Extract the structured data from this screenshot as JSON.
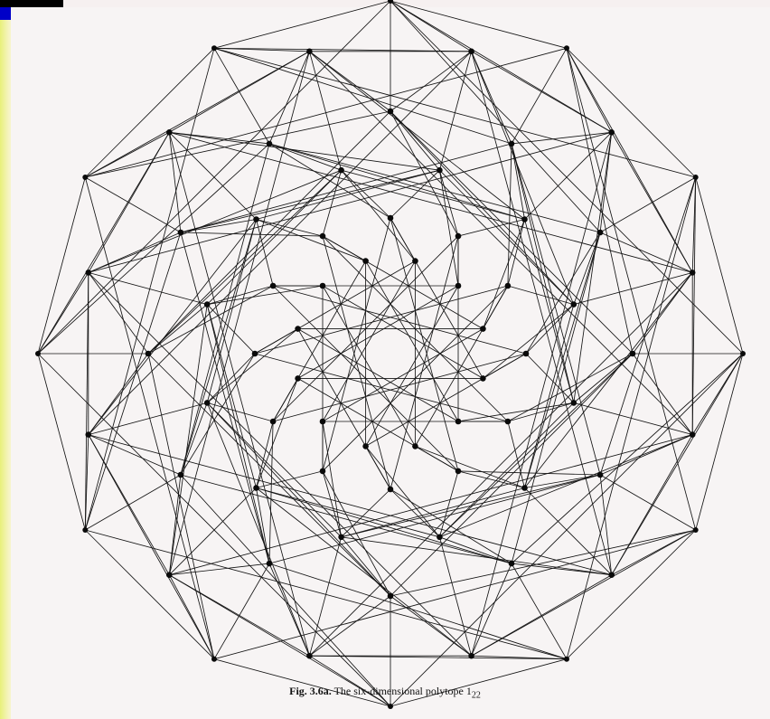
{
  "figure": {
    "caption_label": "Fig. 3.6a.",
    "caption_text": "The six-dimensional polytope 1",
    "caption_subscript": "22"
  },
  "diagram": {
    "type": "petrie-polygon-projection",
    "vertex_rings": [
      {
        "name": "outer",
        "count": 12,
        "phase_deg": 0
      },
      {
        "name": "second",
        "count": 12,
        "phase_deg": 15
      },
      {
        "name": "third",
        "count": 12,
        "phase_deg": 0
      },
      {
        "name": "fourth",
        "count": 12,
        "phase_deg": 15
      },
      {
        "name": "fifth",
        "count": 12,
        "phase_deg": 0
      },
      {
        "name": "inner",
        "count": 12,
        "phase_deg": 15
      }
    ],
    "edge_steps": [
      [
        0,
        0,
        1
      ],
      [
        0,
        0,
        3
      ],
      [
        0,
        1,
        0
      ],
      [
        0,
        1,
        1
      ],
      [
        0,
        2,
        0
      ],
      [
        0,
        2,
        2
      ],
      [
        1,
        1,
        1
      ],
      [
        1,
        1,
        4
      ],
      [
        1,
        2,
        0
      ],
      [
        1,
        2,
        1
      ],
      [
        1,
        3,
        0
      ],
      [
        1,
        3,
        2
      ],
      [
        2,
        2,
        3
      ],
      [
        2,
        3,
        0
      ],
      [
        2,
        3,
        2
      ],
      [
        2,
        4,
        1
      ],
      [
        3,
        3,
        2
      ],
      [
        3,
        4,
        0
      ],
      [
        3,
        4,
        1
      ],
      [
        3,
        5,
        1
      ],
      [
        4,
        4,
        5
      ],
      [
        4,
        5,
        0
      ],
      [
        4,
        5,
        3
      ],
      [
        5,
        5,
        5
      ]
    ],
    "colors": {
      "line": "#141414",
      "vertex": "#0a0a0a",
      "page": "#f7f4f4",
      "frame": "#ffff00"
    }
  }
}
